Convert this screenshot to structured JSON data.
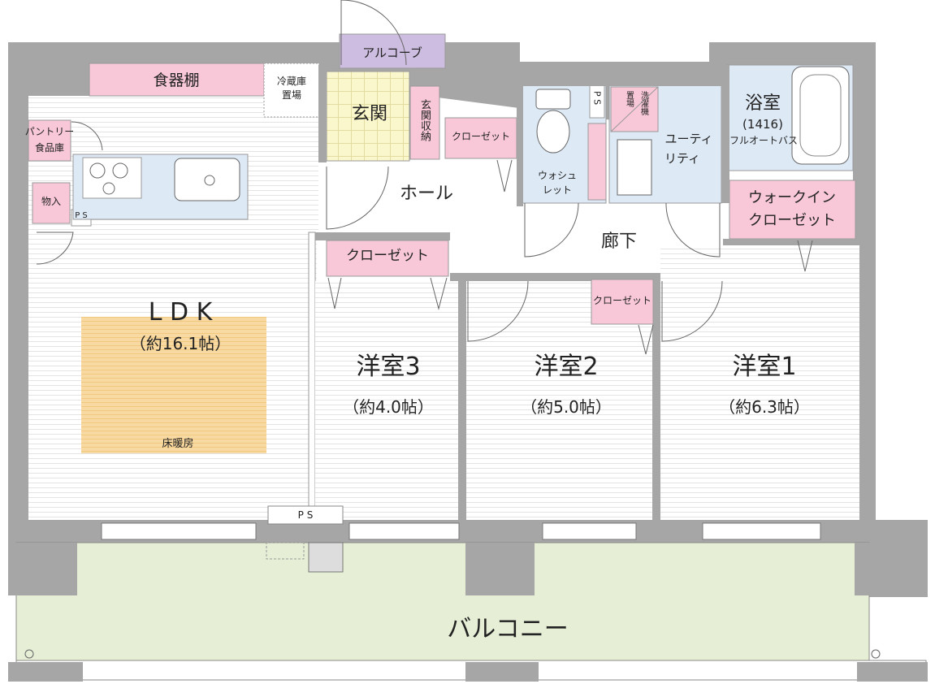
{
  "plan": {
    "colors": {
      "wall": "#a6a6a6",
      "floor": "#ffffff",
      "closet": "#f8c8d8",
      "entry": "#fbf7cc",
      "wet": "#dde9f5",
      "alcove": "#cdbde0",
      "heating": "#f9d9a2",
      "balcony": "#e6efd6"
    },
    "labels": {
      "alcove": "アルコーブ",
      "dish_shelf": "食器棚",
      "fridge_l1": "冷蔵庫",
      "fridge_l2": "置場",
      "entrance": "玄関",
      "entrance_storage": "玄関収納",
      "closet_hall": "クローゼット",
      "pantry_l1": "パントリー",
      "pantry_l2": "食品庫",
      "storage": "物入",
      "ps_kitchen": "P S",
      "ps_top": "P S",
      "ps_bottom": "P S",
      "washlet_l1": "ウォシュ",
      "washlet_l2": "レット",
      "laundry_l1": "置場",
      "laundry_l2": "洗濯機",
      "utility_l1": "ユーティ",
      "utility_l2": "リティ",
      "bath": "浴室",
      "bath_size": "(1416)",
      "bath_type": "フルオートバス",
      "hall": "ホール",
      "corridor": "廊下",
      "wic_l1": "ウォークイン",
      "wic_l2": "クローゼット",
      "closet_r3": "クローゼット",
      "closet_r2": "クローゼット",
      "ldk": "L D K",
      "ldk_size": "（約16.1帖）",
      "floor_heating": "床暖房",
      "room3": "洋室3",
      "room3_size": "（約4.0帖）",
      "room2": "洋室2",
      "room2_size": "（約5.0帖）",
      "room1": "洋室1",
      "room1_size": "（約6.3帖）",
      "balcony": "バルコニー"
    }
  }
}
